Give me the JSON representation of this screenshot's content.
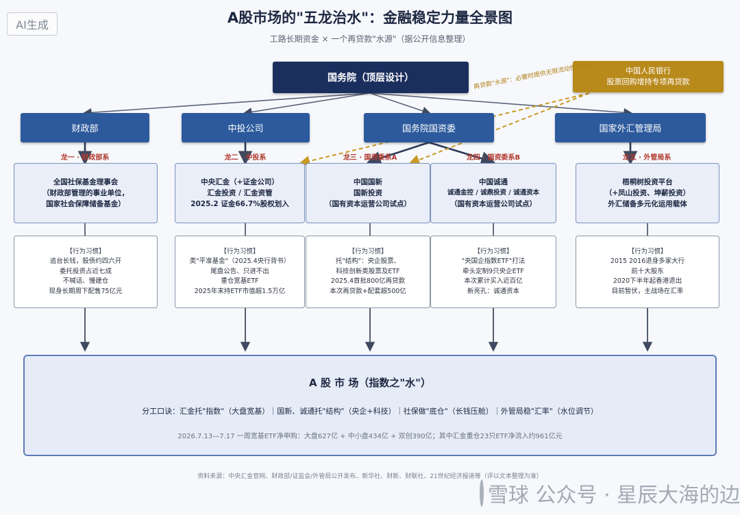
{
  "badge": "AI生成",
  "title": "A股市场的\"五龙治水\"：金融稳定力量全景图",
  "subtitle": "工路长期资金 × 一个再贷款\"水源\"（据公开信息整理）",
  "top": {
    "label": "国务院（顶层设计）"
  },
  "pboc": {
    "line1": "中国人民银行",
    "line2": "股票回购增持专项再贷款"
  },
  "pboc_note": "再贷款\"水源\"：必要时提供无限流动性支持",
  "depts": [
    "财政部",
    "中投公司",
    "国务院国资委",
    "国家外汇管理局"
  ],
  "dragons": [
    "龙一 · 财政部系",
    "龙二 · 中投系",
    "龙三 · 国资委系A",
    "龙四 · 国资委系B",
    "龙五 · 外管局系"
  ],
  "entities": [
    {
      "l1": "全国社保基金理事会",
      "l2": "（财政部管理的事业单位，",
      "l3": "国家社会保障储备基金）"
    },
    {
      "l1": "中央汇金（+证金公司）",
      "l2": "汇金投资 / 汇金资管",
      "l3": "2025.2 证金66.7%股权划入"
    },
    {
      "l1": "中国国新",
      "l2": "国新投资",
      "l3": "（国有资本运营公司试点）"
    },
    {
      "l1": "中国诚通",
      "l2": "诚通金控 / 诚鼎投资 / 诚通资本",
      "l3": "（国有资本运营公司试点）"
    },
    {
      "l1": "梧桐树投资平台",
      "l2": "（+凤山投资、坤薪投资）",
      "l3": "外汇储备多元化运用载体"
    }
  ],
  "behavior_title": "【行为习惯】",
  "behaviors": [
    [
      "追台长钱，股债约四六开",
      "委托投资占近七成",
      "不喊话、慢建仓",
      "现身长期周下配售75亿元"
    ],
    [
      "类\"平准基金\"（2025.4央行背书）",
      "尾盘公告、只进不出",
      "重仓宽基ETF",
      "2025年末持ETF市值超1.5万亿"
    ],
    [
      "托\"结构\"：央企股票、",
      "科技创新类股票及ETF",
      "2025.4首批800亿再贷款",
      "本次再贷款+配套超500亿"
    ],
    [
      "\"央国企指数ETF\"打法",
      "牵头定制9只央企ETF",
      "本次累计买入近百亿",
      "新亮孔：诚通资本"
    ],
    [
      "2015 2016退身多家大行",
      "前十大股东",
      "2020下半年起香港退出",
      "目前暂伏，主战场在汇率"
    ]
  ],
  "market": {
    "title": "A 股 市 场（指数之\"水\"）",
    "division": "分工口诀：汇金托\"指数\"（大盘宽基）｜国新、诚通托\"结构\"（央企+科技）｜社保做\"底仓\"（长钱压舱）｜外管局稳\"汇率\"（水位调节）",
    "stats": "2026.7.13—7.17 一周宽基ETF净申购：大盘627亿 + 中小盘434亿 + 双创390亿；其中汇金重仓23只ETF净流入约961亿元"
  },
  "source": "资料来源：中央汇金官网、财政部/证监会/外管局公开发布、新华社、财新、财联社、21世纪经济报道等（评以文本整理为准）",
  "watermark": "雪球 公众号 · 星辰大海的边界",
  "colors": {
    "navy": "#1b2f5e",
    "blue": "#2c5a9c",
    "gold": "#b88a1c",
    "dragon_red": "#b0392e"
  }
}
